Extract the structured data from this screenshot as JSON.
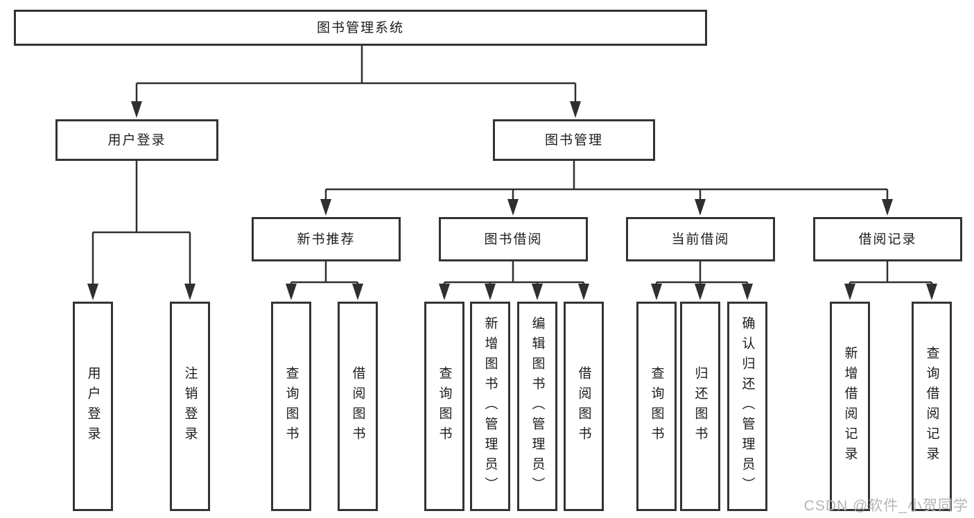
{
  "diagram": {
    "watermark": "CSDN @软件_小贺同学",
    "colors": {
      "box_border": "#333333",
      "line": "#2f2f2f",
      "text": "#1c1c1c",
      "watermark": "#b5b5b5",
      "background": "#ffffff"
    },
    "tree": {
      "root": {
        "label": "图书管理系统",
        "children": [
          {
            "label": "用户登录",
            "children": [
              {
                "label": "用户登录"
              },
              {
                "label": "注销登录"
              }
            ]
          },
          {
            "label": "图书管理",
            "children": [
              {
                "label": "新书推荐",
                "children": [
                  {
                    "label": "查询图书"
                  },
                  {
                    "label": "借阅图书"
                  }
                ]
              },
              {
                "label": "图书借阅",
                "children": [
                  {
                    "label": "查询图书"
                  },
                  {
                    "label": "新增图书（管理员）"
                  },
                  {
                    "label": "编辑图书（管理员）"
                  },
                  {
                    "label": "借阅图书"
                  }
                ]
              },
              {
                "label": "当前借阅",
                "children": [
                  {
                    "label": "查询图书"
                  },
                  {
                    "label": "归还图书"
                  },
                  {
                    "label": "确认归还（管理员）"
                  }
                ]
              },
              {
                "label": "借阅记录",
                "children": [
                  {
                    "label": "新增借阅记录"
                  },
                  {
                    "label": "查询借阅记录"
                  }
                ]
              }
            ]
          }
        ]
      }
    }
  }
}
